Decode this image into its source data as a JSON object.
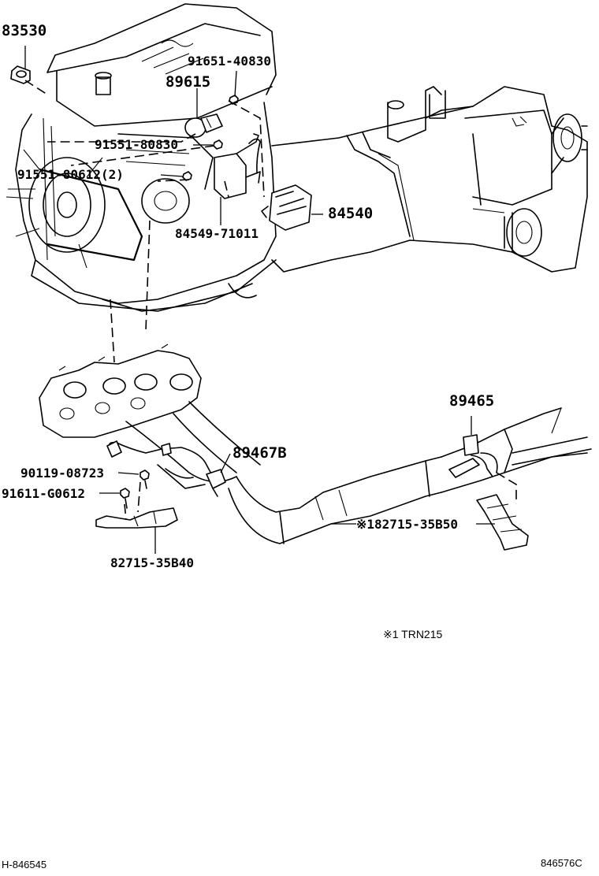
{
  "labels": {
    "p83530": "83530",
    "p91651_40830": "91651-40830",
    "p89615": "89615",
    "p91551_80830": "91551-80830",
    "p91551_80612": "91551-80612(2)",
    "p84540": "84540",
    "p84549_71011": "84549-71011",
    "p89465": "89465",
    "p89467B": "89467B",
    "p90119_08723": "90119-08723",
    "p91611_G0612": "91611-G0612",
    "p182715_35B50": "※182715-35B50",
    "p82715_35B40": "82715-35B40"
  },
  "note": "※1 TRN215",
  "footer": {
    "left_code": "H-846545",
    "right_code": "846576C"
  },
  "icons": [
    "engine-block-illustration",
    "transmission-illustration",
    "exhaust-manifold-illustration",
    "exhaust-pipe-illustration",
    "oxygen-sensor-icon",
    "bracket-icon",
    "bolt-icon"
  ]
}
